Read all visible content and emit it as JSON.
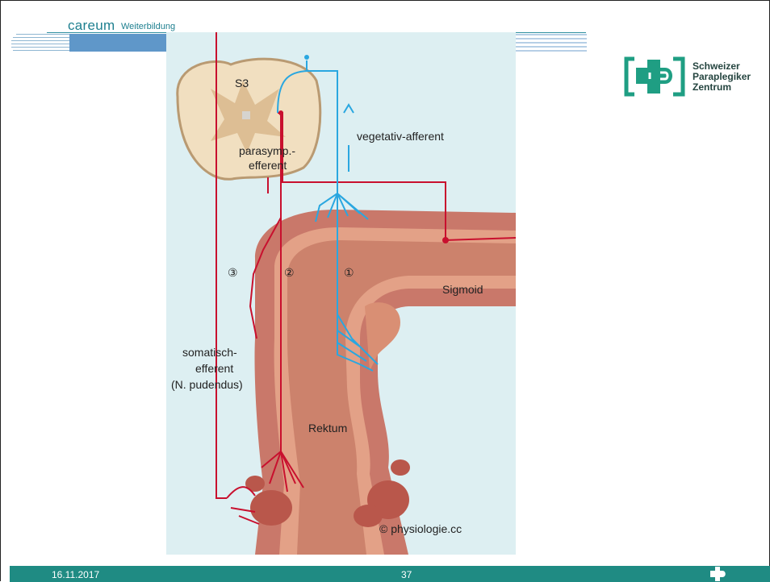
{
  "header": {
    "brand": "careum",
    "brand_sub": "Weiterbildung"
  },
  "logo": {
    "lines": [
      "Schweizer",
      "Paraplegiker",
      "Zentrum"
    ],
    "color": "#1f9e83"
  },
  "diagram": {
    "labels": {
      "segment": "S3",
      "parasymp_1": "parasymp.-",
      "parasymp_2": "efferent",
      "vegetativ": "vegetativ-afferent",
      "sigmoid": "Sigmoid",
      "rektum": "Rektum",
      "somatisch_1": "somatisch-",
      "somatisch_2": "efferent",
      "somatisch_3": "(N. pudendus)",
      "credit": "© physiologie.cc"
    },
    "markers": [
      "③",
      "②",
      "①"
    ],
    "colors": {
      "afferent": "#2aa7e0",
      "efferent": "#c8102e",
      "background": "#ddeff2",
      "tissue": "#c9786a"
    }
  },
  "footer": {
    "date": "16.11.2017",
    "page": "37",
    "color": "#1f8b83"
  }
}
